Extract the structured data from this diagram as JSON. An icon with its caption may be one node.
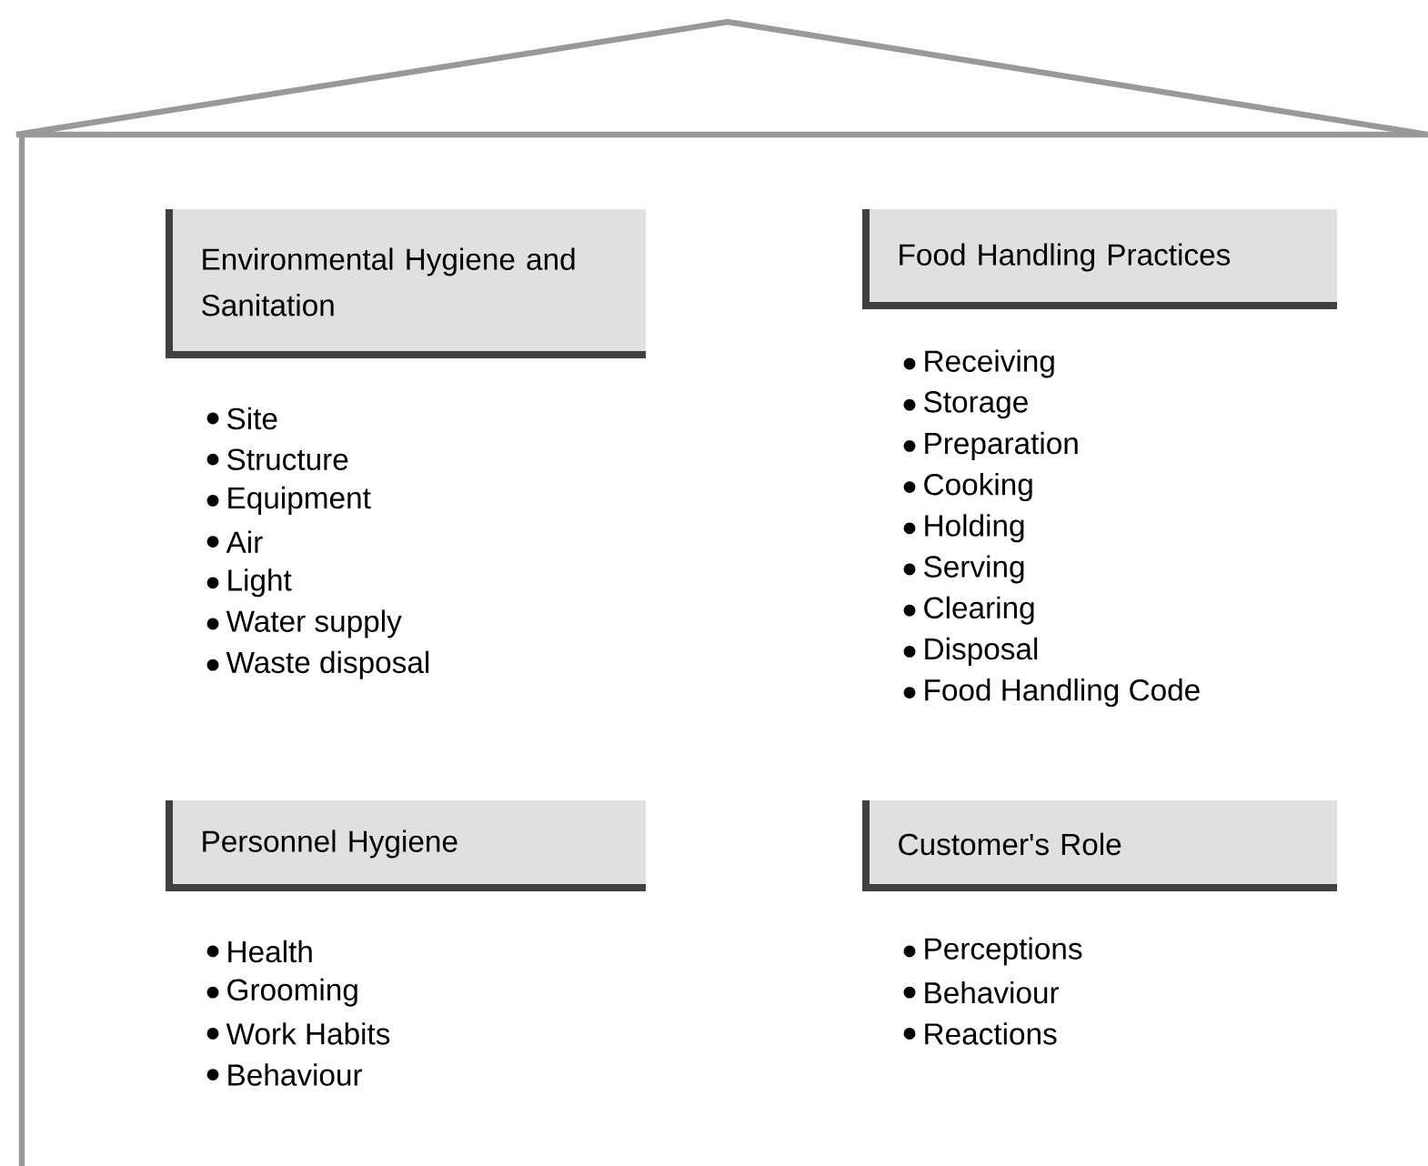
{
  "diagram": {
    "nodes": [
      {
        "text": [
          "Environmental Hygiene and Sanitation"
        ],
        "beside": [
          "Site",
          "Structure",
          "Equipment",
          "Air",
          "Light",
          "Water supply",
          "Waste disposal"
        ]
      },
      {
        "text": [
          "Food Handling Practices"
        ],
        "beside": [
          "Receiving",
          "Storage",
          "Preparation",
          "Cooking",
          "Holding",
          "Serving",
          "Clearing",
          "Disposal",
          "Food Handling Code"
        ]
      },
      {
        "text": [
          "Personnel Hygiene"
        ],
        "beside": [
          "Health",
          "Grooming",
          "Work Habits",
          "Behaviour"
        ]
      },
      {
        "text": [
          "Customer's Role"
        ],
        "beside": [
          "Perceptions",
          "Behaviour",
          "Reactions"
        ]
      }
    ]
  }
}
